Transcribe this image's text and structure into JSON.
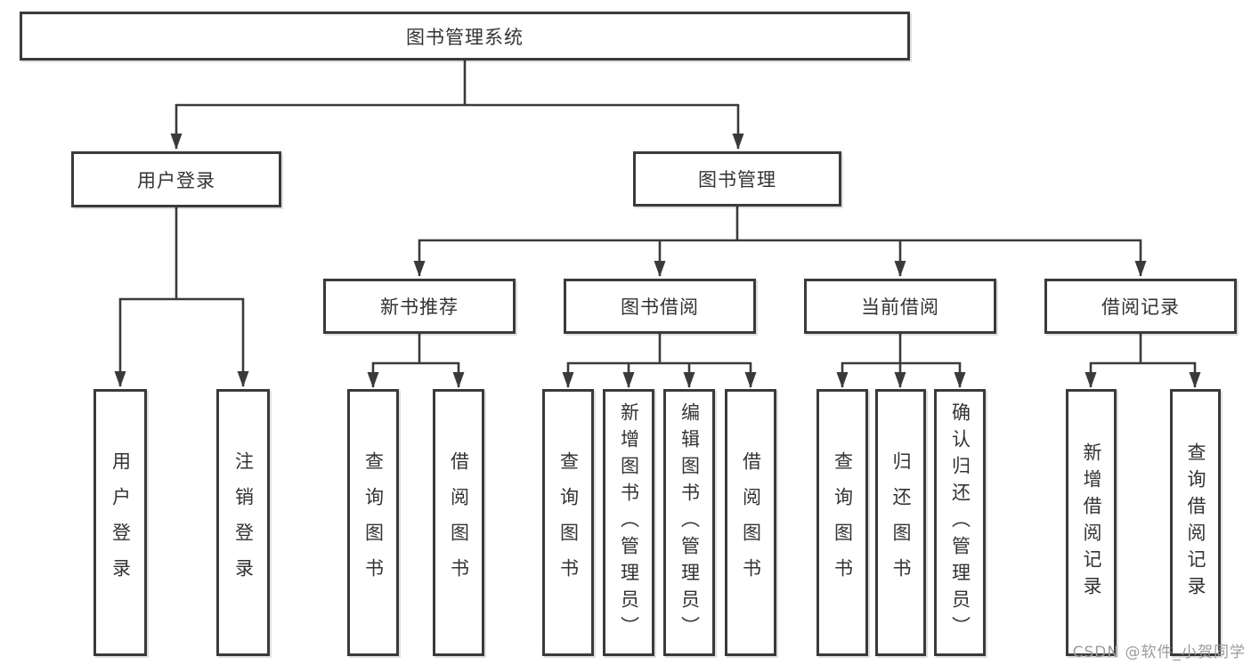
{
  "diagram_title": "图书管理系统",
  "tree": {
    "root": "图书管理系统",
    "children": [
      {
        "label": "用户登录",
        "children": [
          "用户登录",
          "注销登录"
        ]
      },
      {
        "label": "图书管理",
        "children": [
          {
            "label": "新书推荐",
            "children": [
              "查询图书",
              "借阅图书"
            ]
          },
          {
            "label": "图书借阅",
            "children": [
              "查询图书",
              "新增图书（管理员）",
              "编辑图书（管理员）",
              "借阅图书"
            ]
          },
          {
            "label": "当前借阅",
            "children": [
              "查询图书",
              "归还图书",
              "确认归还（管理员）"
            ]
          },
          {
            "label": "借阅记录",
            "children": [
              "新增借阅记录",
              "查询借阅记录"
            ]
          }
        ]
      }
    ]
  },
  "watermark": "CSDN @软件_小贺同学",
  "colors": {
    "line": "#3a3a3a",
    "box_border": "#3a3a3a",
    "text": "#333333",
    "watermark": "#9b9b9b",
    "background": "#ffffff"
  }
}
